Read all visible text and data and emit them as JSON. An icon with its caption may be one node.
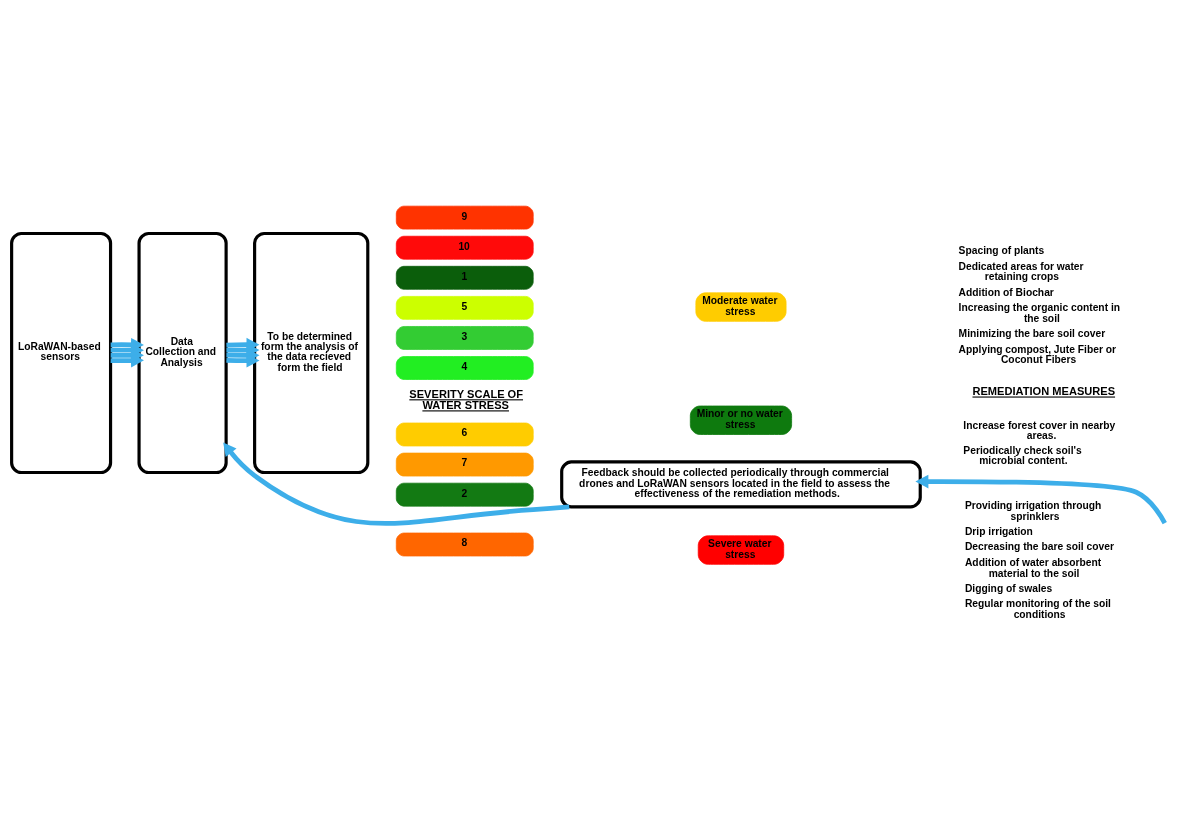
{
  "diagram": {
    "nodes": [
      {
        "text": [
          "LoRaWAN-based sensors"
        ]
      },
      {
        "text": [
          "Data Collection and Analysis"
        ]
      },
      {
        "text": [
          "To be determined form the analysis of the data recieved form the field"
        ]
      },
      {
        "text": [
          "1"
        ]
      },
      {
        "text": [
          "2"
        ]
      },
      {
        "text": [
          "3"
        ]
      },
      {
        "text": [
          "4"
        ]
      },
      {
        "text": [
          "5"
        ]
      },
      {
        "text": [
          "6"
        ]
      },
      {
        "text": [
          "7"
        ]
      },
      {
        "text": [
          "8"
        ]
      },
      {
        "text": [
          "9"
        ]
      },
      {
        "text": [
          "10"
        ]
      },
      {
        "text": [
          "Minor or no water stress"
        ]
      },
      {
        "text": [
          "Moderate water stress"
        ]
      },
      {
        "text": [
          "Severe water stress"
        ]
      },
      {
        "text": [
          "Feedback should be collected periodically through commercial drones and LoRaWAN sensors located in the field to assess the effectiveness of the remediation methods."
        ]
      }
    ],
    "edges": [
      {
        "from": 0,
        "to": 1,
        "arrow": "to"
      },
      {
        "from": 0,
        "to": 1,
        "arrow": "to"
      },
      {
        "from": 0,
        "to": 1,
        "arrow": "to"
      },
      {
        "from": 0,
        "to": 1,
        "arrow": "to"
      },
      {
        "from": 1,
        "to": 2,
        "arrow": "to"
      },
      {
        "from": 1,
        "to": 2,
        "arrow": "to"
      },
      {
        "from": 1,
        "to": 2,
        "arrow": "to"
      },
      {
        "from": 1,
        "to": 2,
        "arrow": "to"
      },
      {
        "from": null,
        "to": 16,
        "arrow": "to"
      },
      {
        "from": 16,
        "to": 1,
        "arrow": "to"
      }
    ],
    "labels": [
      "SEVERITY SCALE OF WATER STRESS",
      "REMEDIATION MEASURES",
      "Increase forest cover in nearby areas.",
      "Periodically check soil's microbial content.",
      "Spacing of plants",
      "Dedicated areas for water retaining crops",
      "Addition of Biochar",
      "Increasing the organic content in the soil",
      "Minimizing the bare soil cover",
      "Applying compost, Jute Fiber or Coconut Fibers",
      "Providing irrigation through sprinklers",
      "Drip irrigation",
      "Decreasing the bare soil cover",
      "Addition of water absorbent material to the soil",
      "Digging of swales",
      "Regular monitoring of the soil conditions"
    ]
  }
}
